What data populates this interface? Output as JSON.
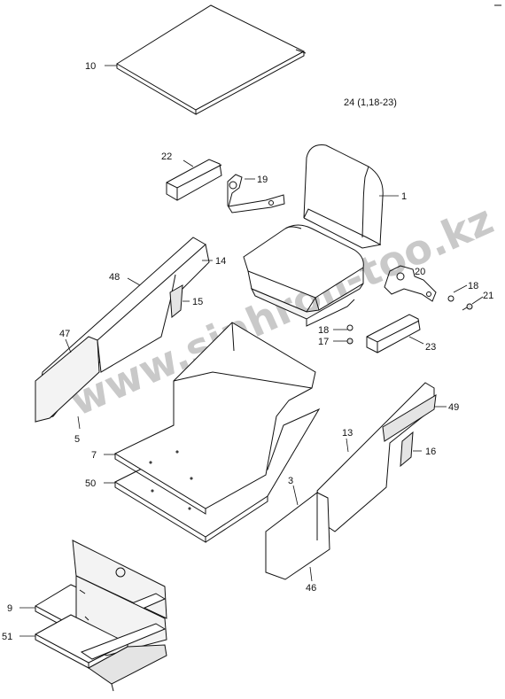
{
  "diagram": {
    "assembly_label": "24 (1,18-23)",
    "watermark": "www.sinhron-too.kz",
    "parts": {
      "p1": "1",
      "p3": "3",
      "p5": "5",
      "p7": "7",
      "p9": "9",
      "p10": "10",
      "p13": "13",
      "p14": "14",
      "p15": "15",
      "p16": "16",
      "p17": "17",
      "p18a": "18",
      "p18b": "18",
      "p19": "19",
      "p20": "20",
      "p21": "21",
      "p22": "22",
      "p23": "23",
      "p46": "46",
      "p47": "47",
      "p48": "48",
      "p49": "49",
      "p50": "50",
      "p51": "51"
    }
  }
}
